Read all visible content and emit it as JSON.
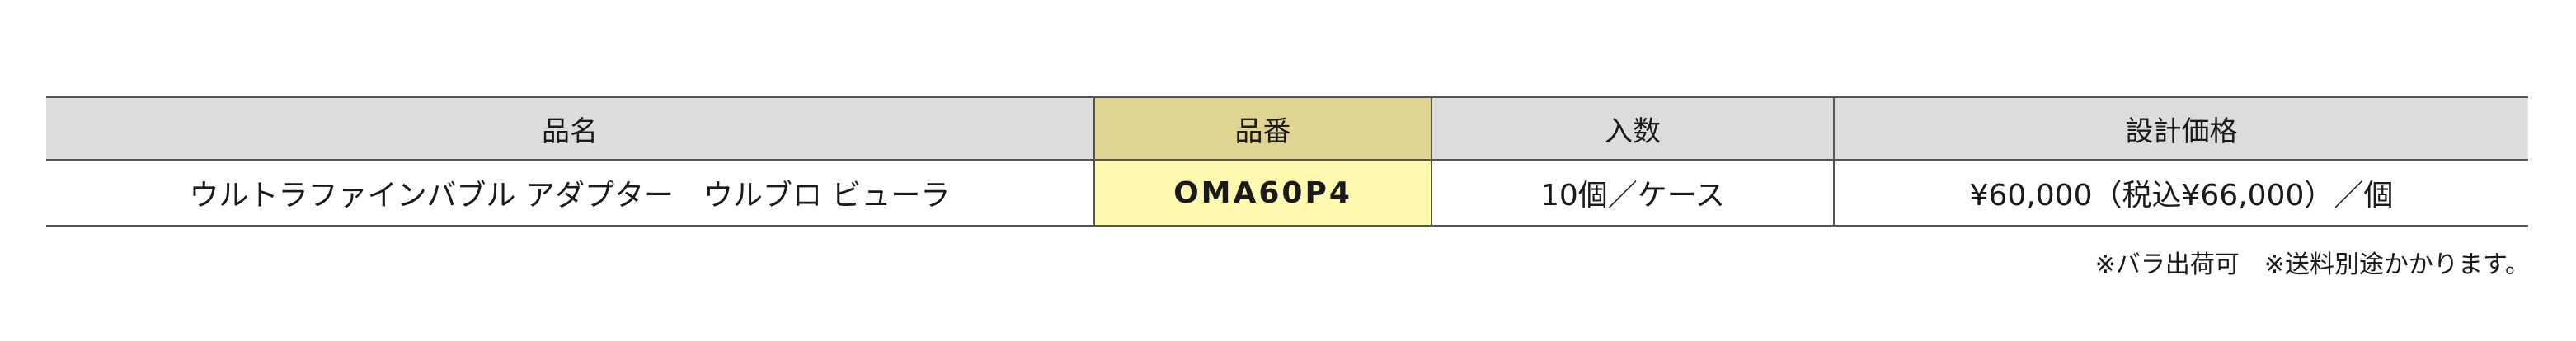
{
  "table": {
    "headers": [
      "品名",
      "品番",
      "入数",
      "設計価格"
    ],
    "rows": [
      [
        "ウルトラファインバブル アダプター　ウルブロ ビューラ",
        "OMA60P4",
        "10個／ケース",
        "¥60,000（税込¥66,000）／個"
      ]
    ]
  },
  "note": "※バラ出荷可　※送料別途かかります。",
  "colors": {
    "header_bg": "#dcdcdc",
    "header_highlight_bg": "#dfd591",
    "cell_highlight_bg": "#fef9ae",
    "border": "#555555"
  }
}
